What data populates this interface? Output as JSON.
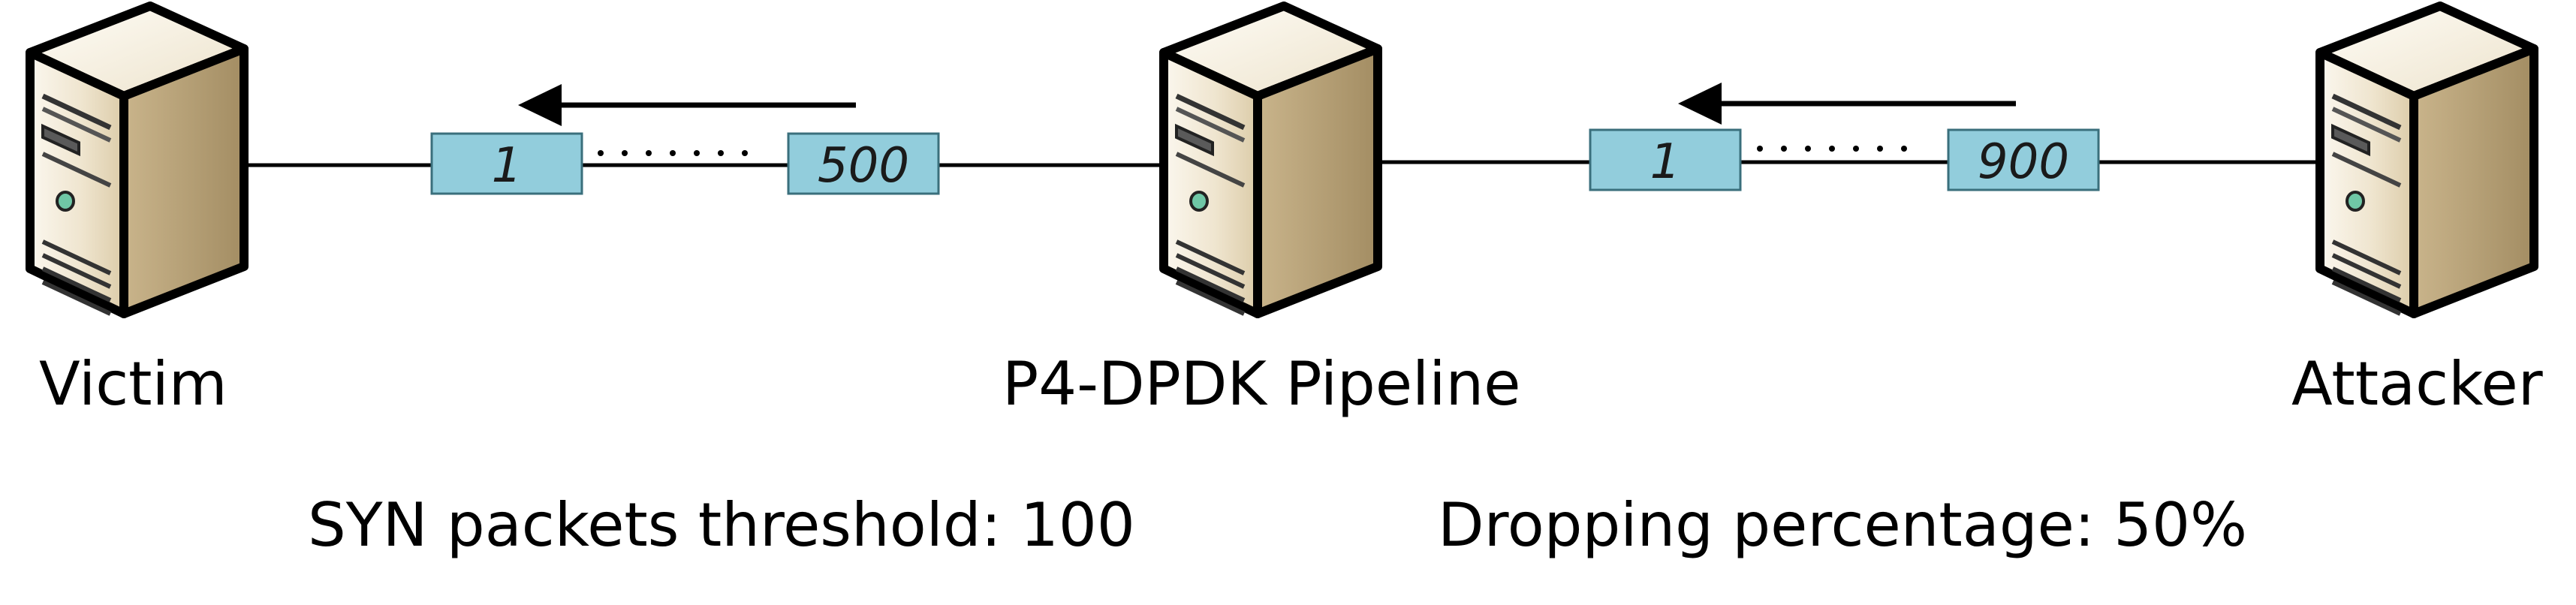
{
  "nodes": {
    "victim": {
      "label": "Victim",
      "icon": "server-icon"
    },
    "pipeline": {
      "label": "P4-DPDK Pipeline",
      "icon": "server-icon"
    },
    "attacker": {
      "label": "Attacker",
      "icon": "server-icon"
    }
  },
  "links": {
    "pipeline_to_victim": {
      "first_packet": "1",
      "last_packet": "500",
      "direction": "to-victim"
    },
    "attacker_to_pipeline": {
      "first_packet": "1",
      "last_packet": "900",
      "direction": "to-pipeline"
    }
  },
  "info": {
    "threshold": "SYN packets threshold: 100",
    "dropping": "Dropping percentage: 50%"
  },
  "colors": {
    "packet_fill": "#92cddc",
    "packet_stroke": "#3a6f7c",
    "server_light": "#f4ecd8",
    "server_mid": "#d8c8a4",
    "server_dark": "#b8a27a",
    "line": "#000000"
  }
}
